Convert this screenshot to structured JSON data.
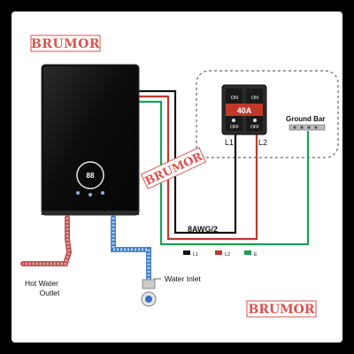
{
  "brand": {
    "text": "BRUMOR"
  },
  "breaker": {
    "rating": "40A",
    "on_label": "ON",
    "off_label": "OFF",
    "terminal_1": "L1",
    "terminal_2": "L2"
  },
  "ground_bar": {
    "label": "Ground Bar"
  },
  "cable": {
    "label": "8AWG/2"
  },
  "legend": [
    {
      "label": "L1",
      "color": "#111111"
    },
    {
      "label": "L2",
      "color": "#c0392b"
    },
    {
      "label": "E",
      "color": "#1e9e57"
    }
  ],
  "labels": {
    "hot_outlet_line1": "Hot Water",
    "hot_outlet_line2": "Outlet",
    "water_inlet": "Water Inlet"
  },
  "colors": {
    "l1": "#111111",
    "l2": "#c0392b",
    "earth": "#1e9e57",
    "brand": "#d9534f",
    "heater": "#0b0b0b"
  }
}
